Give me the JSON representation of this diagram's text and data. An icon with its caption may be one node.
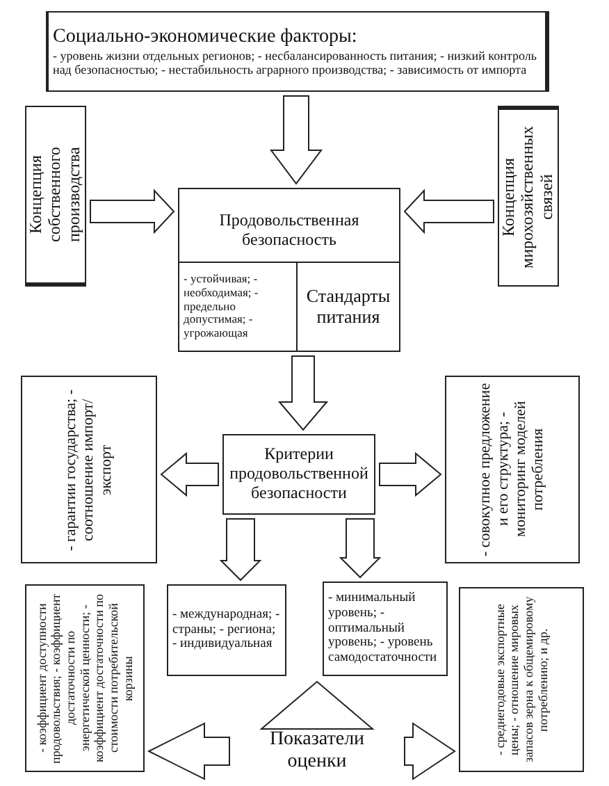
{
  "diagram": {
    "nodes": [
      {
        "text": [
          "Социально-экономические факторы:",
          "- уровень жизни отдельных регионов; - несбалансированность питания; - низкий контроль над безопасностью; - нестабильность аграрного производства; - зависимость от импорта"
        ]
      },
      {
        "text": [
          "Концепция собственного производства"
        ]
      },
      {
        "text": [
          "Продовольственная безопасность"
        ]
      },
      {
        "text": [
          "- устойчивая; - необходимая; - предельно допустимая; - угрожающая"
        ],
        "in": 2
      },
      {
        "text": [
          "Стандарты питания"
        ],
        "in": 2
      },
      {
        "text": [
          "Концепция мирохозяйственных связей"
        ]
      },
      {
        "text": [
          "- гарантии государства; - соотношение импорт/экспорт"
        ]
      },
      {
        "text": [
          "Критерии продовольственной безопасности"
        ]
      },
      {
        "text": [
          "- совокупное предложение и его структура; - мониторинг моделей потребления"
        ]
      },
      {
        "text": [
          "- коэффициент доступности продовольствия; - коэффициент достаточности по энергетической ценности; - коэффициент достаточности по стоимости потребительской корзины"
        ]
      },
      {
        "text": [
          "- международная; - страны; - региона; - индивидуальная"
        ]
      },
      {
        "text": [
          "- минимальный уровень; - оптимальный уровень; - уровень самодостаточности"
        ]
      },
      {
        "text": [
          "- среднегодовые экспортные цены; - отношение мировых запасов зерна к общемировому потреблению; и др."
        ]
      },
      {
        "text": [
          "Показатели оценки"
        ]
      }
    ],
    "edges": [
      {
        "from": 0,
        "to": 2,
        "arrow": "to"
      },
      {
        "from": 1,
        "to": 2,
        "arrow": "to"
      },
      {
        "from": 5,
        "to": 2,
        "arrow": "to"
      },
      {
        "from": 2,
        "to": 7,
        "arrow": "to"
      },
      {
        "from": 7,
        "to": 6,
        "arrow": "to"
      },
      {
        "from": 7,
        "to": 8,
        "arrow": "to"
      },
      {
        "from": 7,
        "to": 10,
        "arrow": "to"
      },
      {
        "from": 7,
        "to": 11,
        "arrow": "to"
      },
      {
        "from": 13,
        "to": 9,
        "arrow": "to"
      },
      {
        "from": 13,
        "to": 12,
        "arrow": "to"
      },
      {
        "from": 13,
        "to": null,
        "arrow": "to"
      }
    ]
  }
}
